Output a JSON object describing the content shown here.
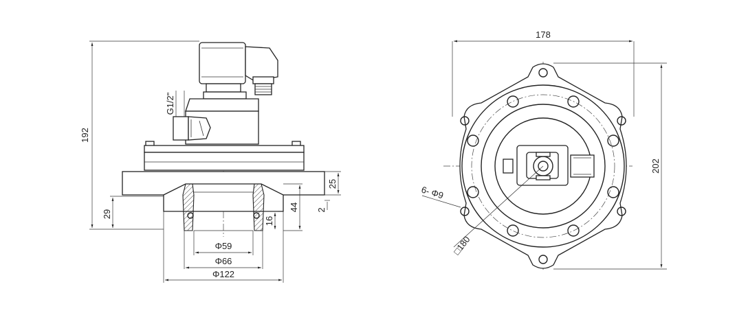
{
  "side_view": {
    "dimensions": {
      "height_total": "192",
      "port_thread": "G1/2\"",
      "flange_thickness": "25",
      "lower_height": "29",
      "outlet_height": "44",
      "gap": "2",
      "inner_ring": "16",
      "dia_inner": "Φ59",
      "dia_middle": "Φ66",
      "dia_outer": "Φ122"
    }
  },
  "top_view": {
    "dimensions": {
      "width": "178",
      "height": "202",
      "holes": "6- Φ9",
      "square": "□180"
    }
  }
}
